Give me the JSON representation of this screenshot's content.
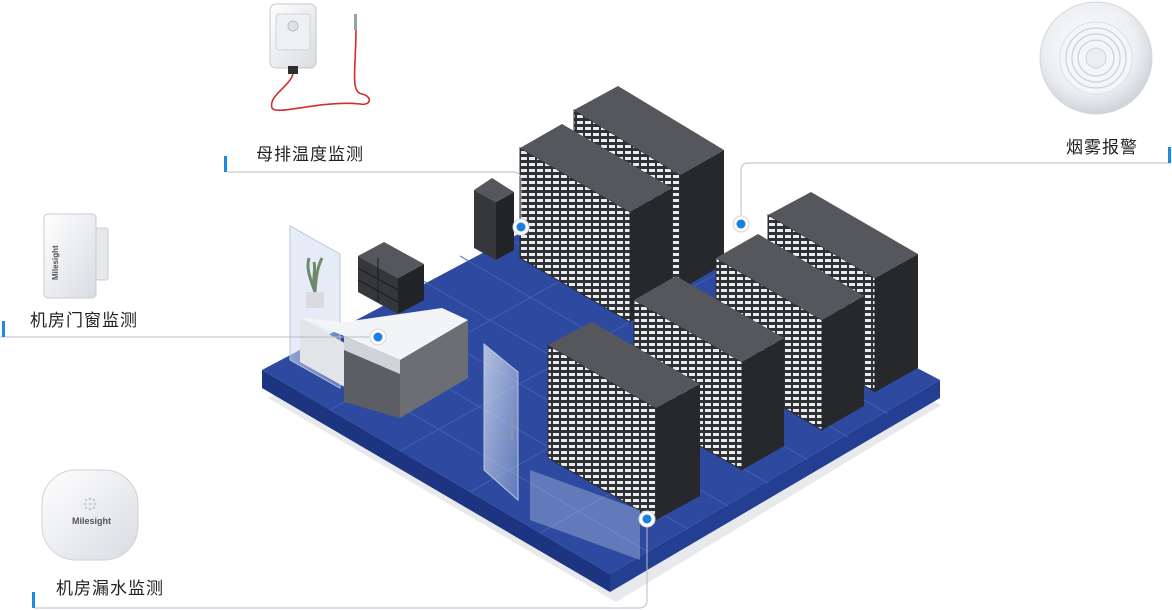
{
  "labels": {
    "busbar_temp": "母排温度监测",
    "smoke_alarm": "烟雾报警",
    "door_window": "机房门窗监测",
    "water_leak": "机房漏水监测"
  },
  "brand": "Milesight",
  "colors": {
    "floor_top": "#2d4aa0",
    "floor_edge": "#1d3580",
    "rack_body": "#3a3c40",
    "rack_side": "#25272a",
    "marker": "#1a7fe0",
    "accent_bar": "#1a8ce8",
    "leader_line": "#b8bcc4"
  },
  "icons": [
    "temperature-sensor-icon",
    "smoke-detector-icon",
    "door-sensor-icon",
    "leak-sensor-icon"
  ]
}
